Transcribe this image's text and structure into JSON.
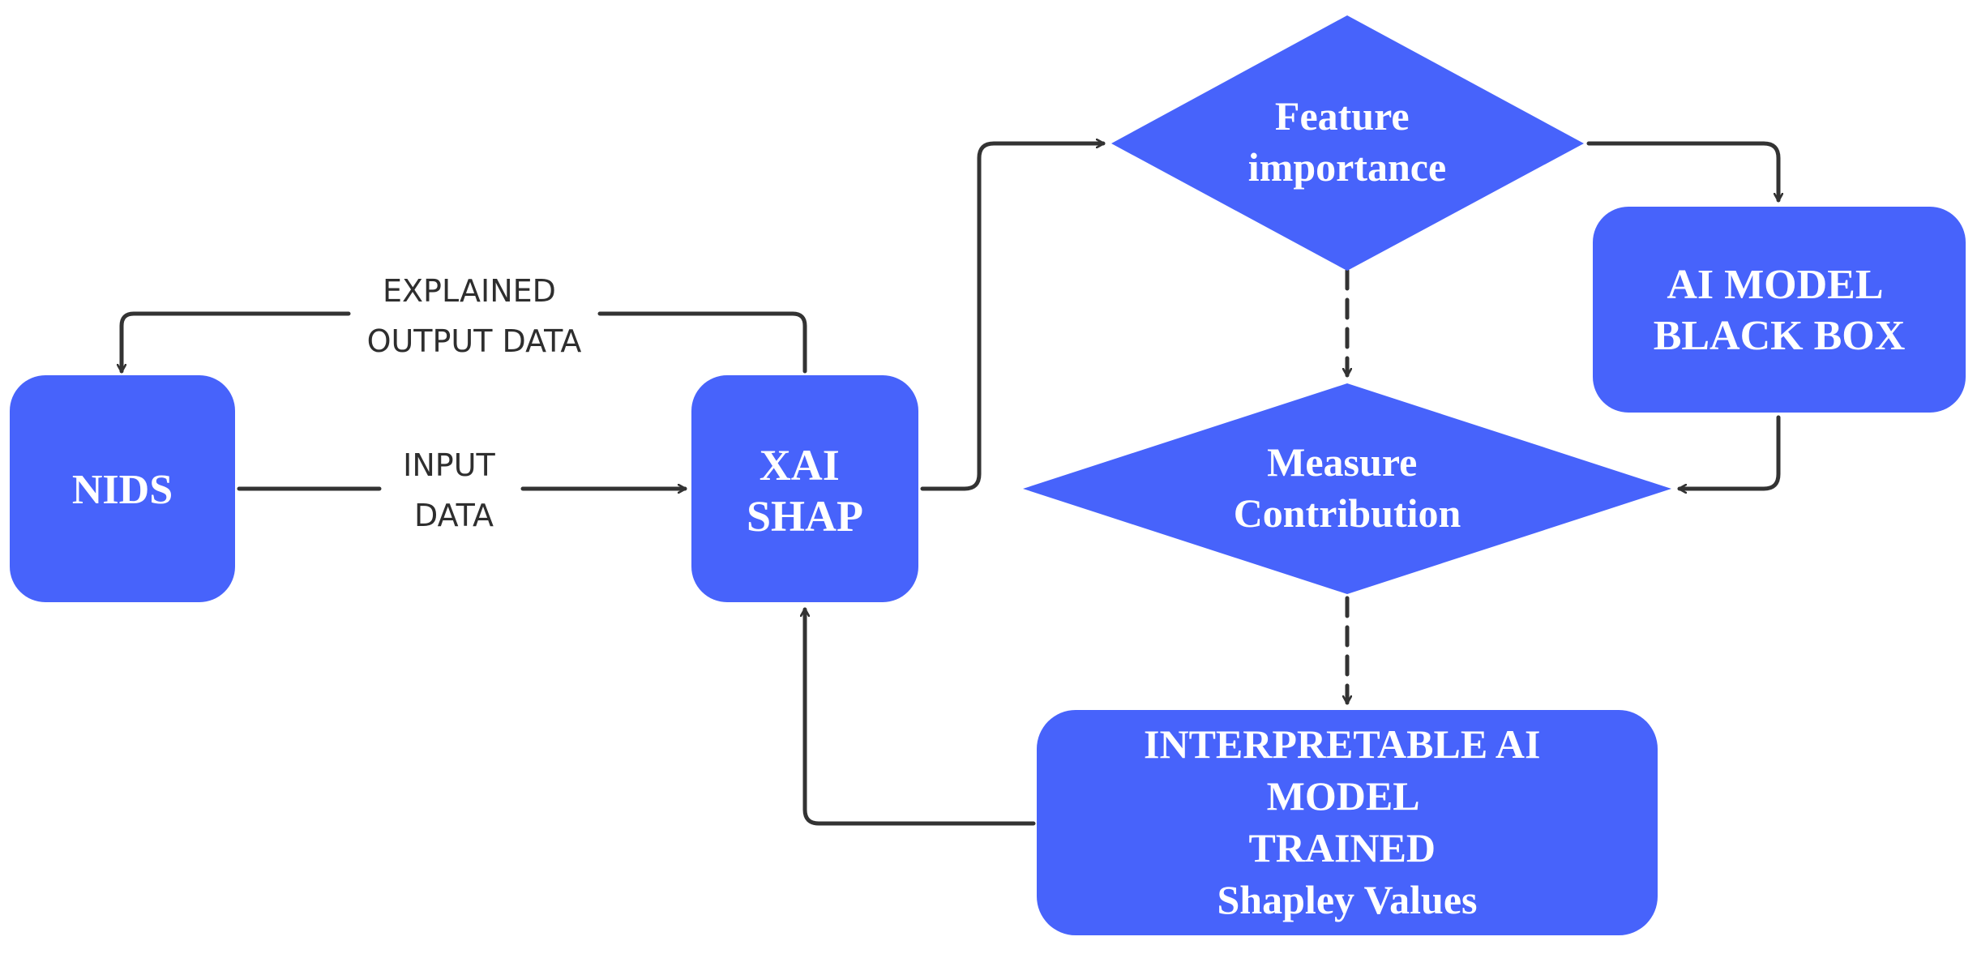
{
  "nodes": {
    "nids": {
      "lines": [
        "NIDS"
      ]
    },
    "xai_shap": {
      "lines": [
        "XAI",
        "SHAP"
      ]
    },
    "feature_importance": {
      "lines": [
        "Feature",
        "importance"
      ]
    },
    "ai_black_box": {
      "lines": [
        "AI MODEL",
        "BLACK BOX"
      ]
    },
    "measure_contribution": {
      "lines": [
        "Measure",
        "Contribution"
      ]
    },
    "interpretable_model": {
      "lines": [
        "INTERPRETABLE AI",
        "MODEL",
        "TRAINED",
        "Shapley Values"
      ]
    }
  },
  "edges": {
    "input_data": {
      "lines": [
        "INPUT",
        "DATA"
      ]
    },
    "explained_output": {
      "lines": [
        "EXPLAINED",
        "OUTPUT DATA"
      ]
    }
  },
  "colors": {
    "node_fill": "#4763fb",
    "edge_stroke": "#333333",
    "label_text": "#2e2e2e"
  }
}
